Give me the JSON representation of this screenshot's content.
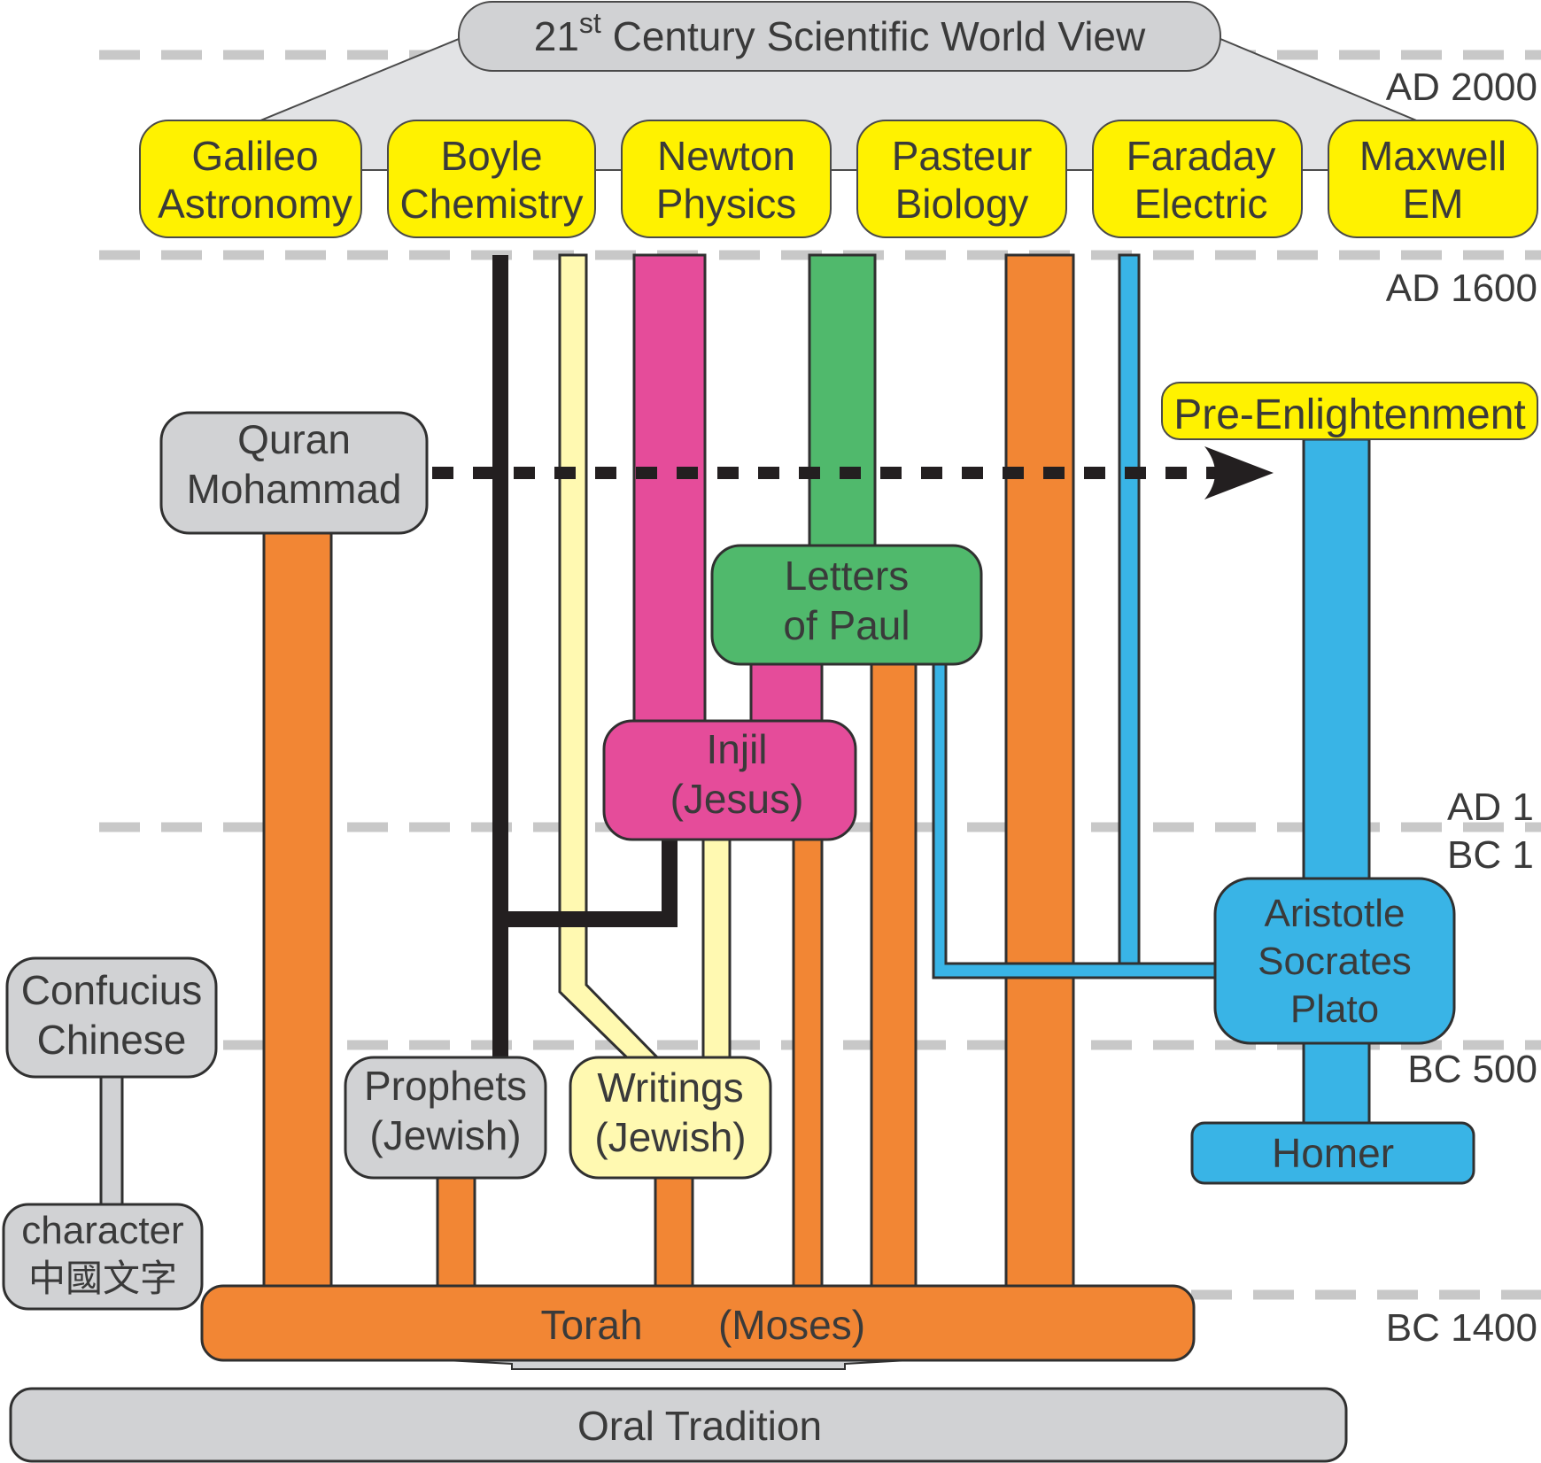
{
  "header": {
    "title_prefix": "21",
    "title_sup": "st",
    "title_suffix": " Century Scientific World View"
  },
  "eras": [
    "AD 2000",
    "AD 1600",
    "AD 1",
    "BC 1",
    "BC 500",
    "BC 1400"
  ],
  "scientists": [
    {
      "name": "Galileo",
      "field": "Astronomy"
    },
    {
      "name": "Boyle",
      "field": "Chemistry"
    },
    {
      "name": "Newton",
      "field": "Physics"
    },
    {
      "name": "Pasteur",
      "field": "Biology"
    },
    {
      "name": "Faraday",
      "field": "Electric"
    },
    {
      "name": "Maxwell",
      "field": "EM"
    }
  ],
  "nodes": {
    "pre_enlightenment": "Pre-Enlightenment",
    "quran": [
      "Quran",
      "Mohammad"
    ],
    "letters_of_paul": [
      "Letters",
      "of Paul"
    ],
    "injil": [
      "Injil",
      "(Jesus)"
    ],
    "confucius": [
      "Confucius",
      "Chinese"
    ],
    "character": [
      "character",
      "中國文字"
    ],
    "prophets": [
      "Prophets",
      "(Jewish)"
    ],
    "writings": [
      "Writings",
      "(Jewish)"
    ],
    "greek": [
      "Aristotle",
      "Socrates",
      "Plato"
    ],
    "homer": "Homer",
    "torah": "Torah",
    "moses": "(Moses)",
    "oral_tradition": "Oral Tradition"
  },
  "colors": {
    "yellow": "#fff200",
    "gray": "#d1d2d4",
    "orange": "#f28634",
    "pink": "#e54c9a",
    "green": "#50b96c",
    "blue": "#39b4e6",
    "pale_yellow": "#fff9b1",
    "black": "#231f20",
    "dashed_line": "#c8c8c8"
  }
}
